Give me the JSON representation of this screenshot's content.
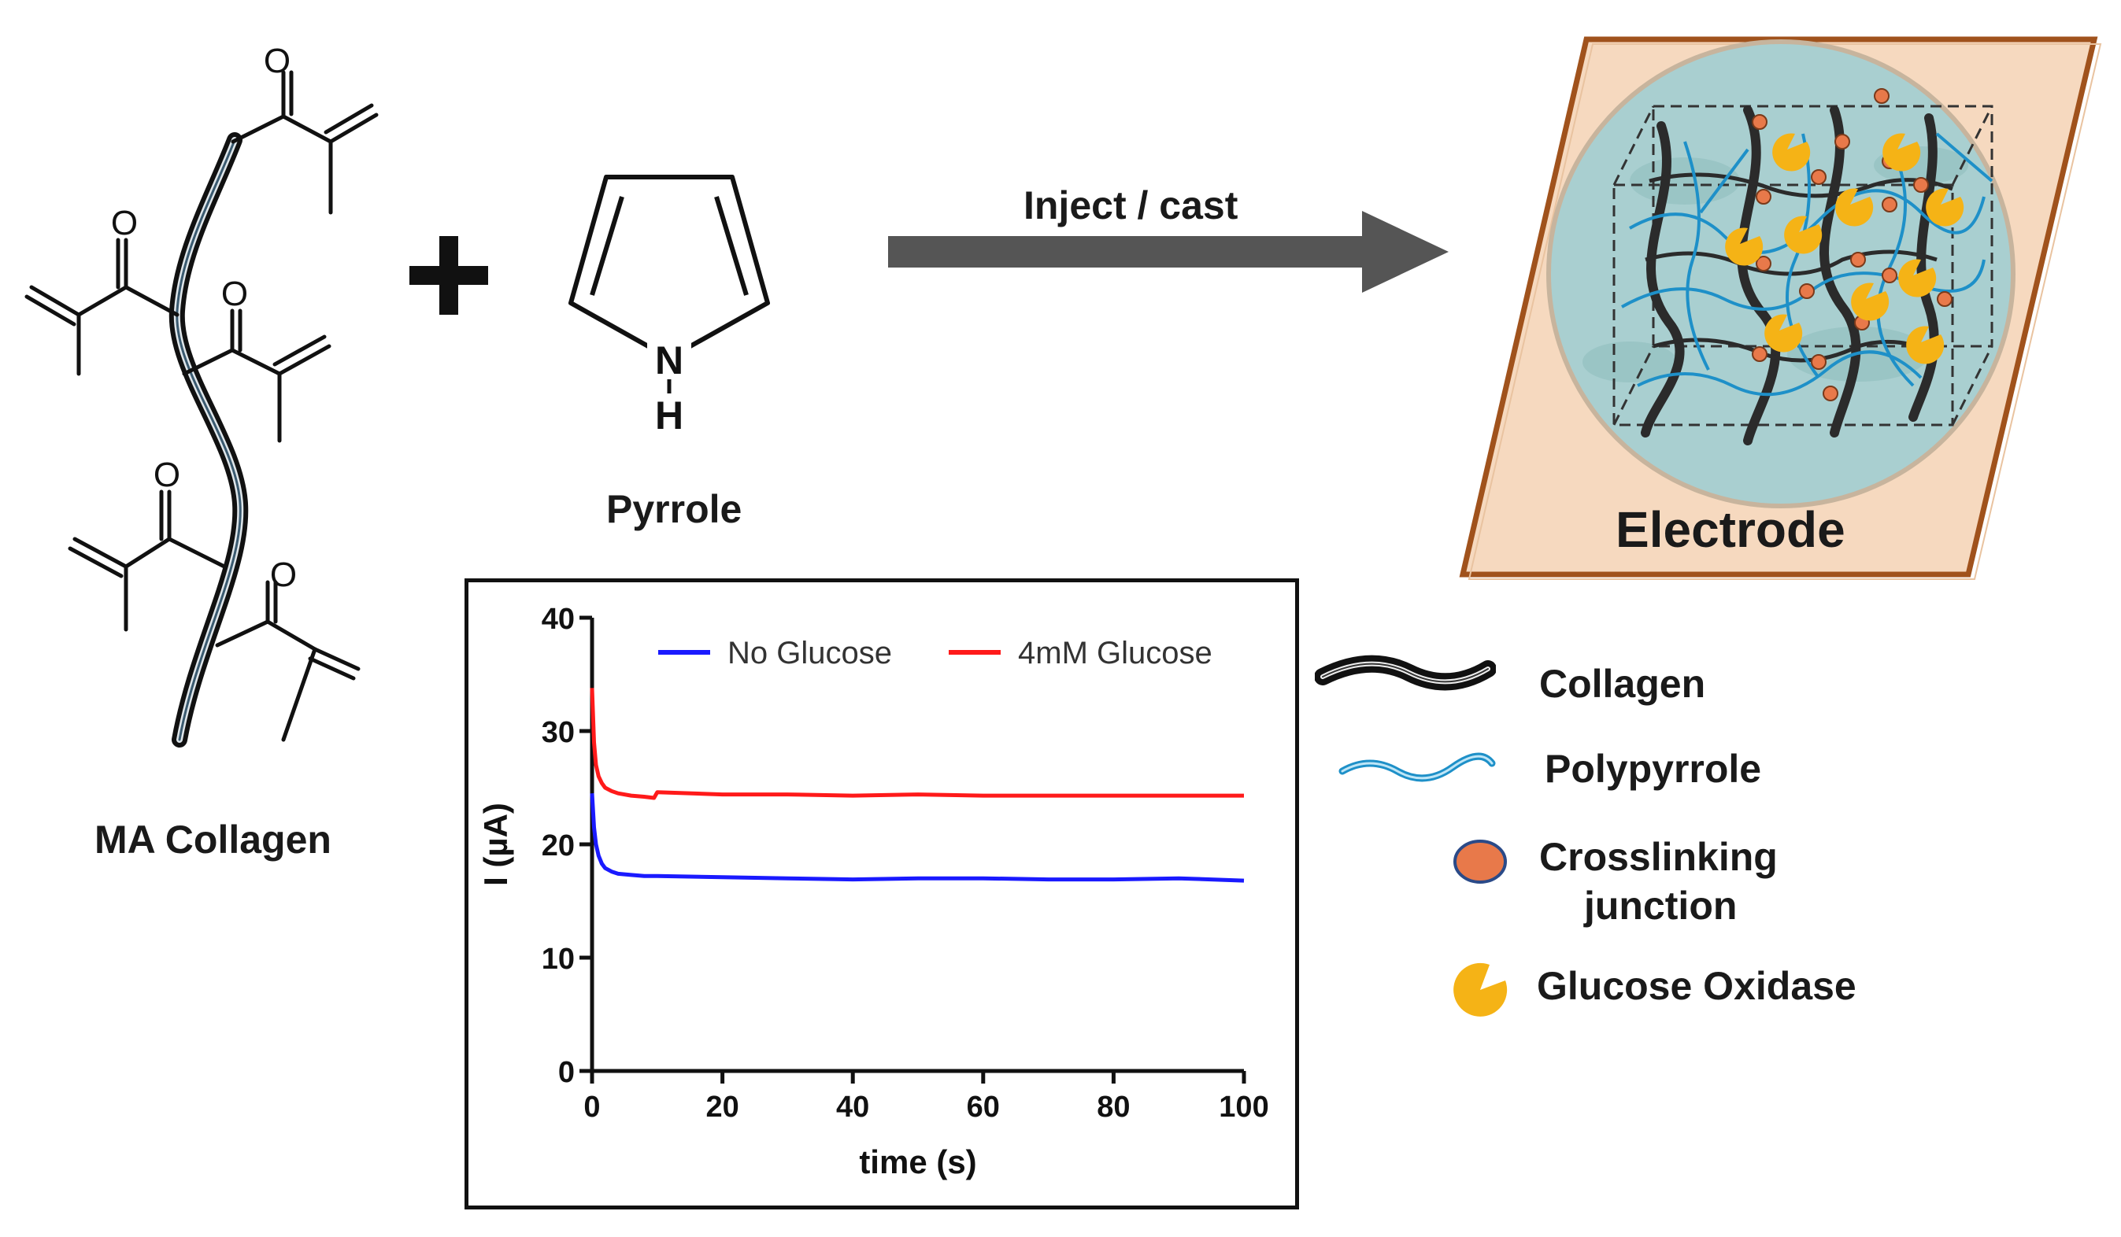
{
  "labels": {
    "ma_collagen": "MA Collagen",
    "pyrrole": "Pyrrole",
    "arrow": "Inject / cast",
    "electrode": "Electrode"
  },
  "molecule": {
    "carbonyl_o": "O",
    "pyrrole_n": "N",
    "pyrrole_h": "H"
  },
  "legend": {
    "collagen": "Collagen",
    "polypyrrole": "Polypyrrole",
    "crosslink_1": "Crosslinking",
    "crosslink_2": "junction",
    "gox": "Glucose Oxidase"
  },
  "colors": {
    "collagen": "#2b2b2b",
    "polypyrrole": "#1e90c8",
    "crosslink": "#e8794a",
    "gox": "#f5b316",
    "electrode_frame": "#a0521c",
    "electrode_fill": "#f6d9bf",
    "electrode_disc": "#a9cfd0",
    "arrow": "#555555",
    "series_blue": "#1a1aff",
    "series_red": "#ff1a1a"
  },
  "chart_data": {
    "type": "line",
    "xlabel": "time (s)",
    "ylabel": "I (µA)",
    "xlim": [
      0,
      100
    ],
    "ylim": [
      0,
      40
    ],
    "xticks": [
      "0",
      "20",
      "40",
      "60",
      "80",
      "100"
    ],
    "yticks": [
      "0",
      "10",
      "20",
      "30",
      "40"
    ],
    "legend_position": "top",
    "series": [
      {
        "name": "No Glucose",
        "color": "#1a1aff",
        "x": [
          0,
          0.3,
          0.6,
          1,
          1.5,
          2,
          3,
          4,
          6,
          8,
          10,
          20,
          30,
          40,
          50,
          60,
          70,
          80,
          90,
          100
        ],
        "y": [
          24.5,
          21.5,
          20.0,
          19.0,
          18.3,
          17.9,
          17.6,
          17.4,
          17.3,
          17.2,
          17.2,
          17.1,
          17.0,
          16.9,
          17.0,
          17.0,
          16.9,
          16.9,
          17.0,
          16.8
        ]
      },
      {
        "name": "4mM Glucose",
        "color": "#ff1a1a",
        "x": [
          0,
          0.3,
          0.6,
          1,
          1.5,
          2,
          3,
          4,
          6,
          8,
          9.5,
          10,
          20,
          30,
          40,
          50,
          60,
          70,
          80,
          90,
          100
        ],
        "y": [
          33.8,
          29.0,
          27.0,
          26.0,
          25.4,
          25.0,
          24.7,
          24.5,
          24.3,
          24.2,
          24.1,
          24.6,
          24.4,
          24.4,
          24.3,
          24.4,
          24.3,
          24.3,
          24.3,
          24.3,
          24.3
        ]
      }
    ]
  }
}
